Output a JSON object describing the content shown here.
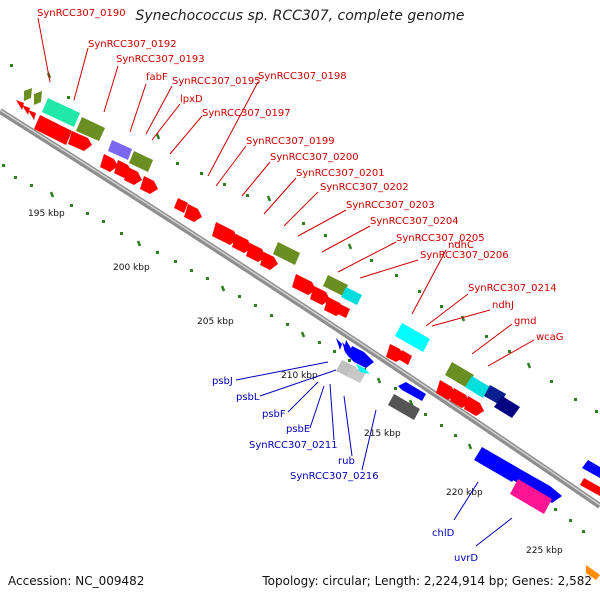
{
  "title": "Synechococcus sp. RCC307, complete genome",
  "footer": {
    "accession": "Accession: NC_009482",
    "summary": "Topology: circular; Length: 2,224,914 bp; Genes: 2,582"
  },
  "colors": {
    "forward_label": "#cc0000",
    "reverse_label": "#0000bb",
    "backbone": "#999999",
    "tick": "#2e7d1e"
  },
  "kbp_labels": [
    "195 kbp",
    "200 kbp",
    "205 kbp",
    "210 kbp",
    "215 kbp",
    "220 kbp",
    "225 kbp"
  ],
  "forward_genes": [
    "SynRCC307_0190",
    "SynRCC307_0192",
    "SynRCC307_0193",
    "fabF",
    "SynRCC307_0195",
    "lpxD",
    "SynRCC307_0198",
    "SynRCC307_0197",
    "SynRCC307_0199",
    "SynRCC307_0200",
    "SynRCC307_0201",
    "SynRCC307_0202",
    "SynRCC307_0203",
    "SynRCC307_0204",
    "SynRCC307_0205",
    "SynRCC307_0206",
    "ndhC",
    "SynRCC307_0214",
    "ndhJ",
    "gmd",
    "wcaG"
  ],
  "reverse_genes": [
    "psbJ",
    "psbL",
    "psbF",
    "psbE",
    "SynRCC307_0211",
    "rub",
    "SynRCC307_0216",
    "chlD",
    "uvrD"
  ]
}
